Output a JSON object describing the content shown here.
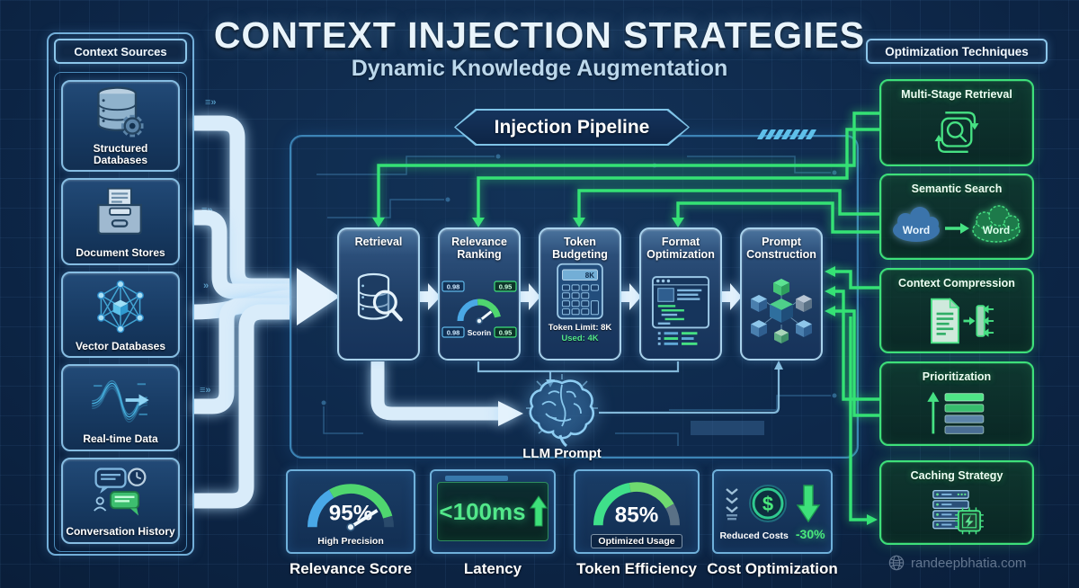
{
  "title": {
    "main": "CONTEXT INJECTION STRATEGIES",
    "subtitle": "Dynamic Knowledge Augmentation"
  },
  "context_sources": {
    "header": "Context Sources",
    "items": [
      {
        "label": "Structured Databases",
        "icon": "database-gear-icon"
      },
      {
        "label": "Document Stores",
        "icon": "document-inbox-icon"
      },
      {
        "label": "Vector Databases",
        "icon": "vector-network-icon"
      },
      {
        "label": "Real-time Data",
        "icon": "waveform-icon"
      },
      {
        "label": "Conversation History",
        "icon": "chat-history-icon"
      }
    ]
  },
  "pipeline": {
    "header": "Injection Pipeline",
    "stages": [
      {
        "label": "Retrieval",
        "icon": "database-search-icon"
      },
      {
        "label": "Relevance Ranking",
        "icon": "gauge-icon",
        "badge_top_left": "0.98",
        "badge_top_right": "0.95",
        "badge_bottom_left": "0.98",
        "badge_bottom_right": "0.95",
        "caption": "Scorin"
      },
      {
        "label": "Token Budgeting",
        "icon": "calculator-icon",
        "display": "8K",
        "limit": "Token Limit: 8K",
        "used": "Used: 4K"
      },
      {
        "label": "Format Optimization",
        "icon": "code-window-icon"
      },
      {
        "label": "Prompt Construction",
        "icon": "cubes-icon"
      }
    ],
    "output_label": "LLM Prompt"
  },
  "optimization": {
    "header": "Optimization Techniques",
    "items": [
      {
        "label": "Multi-Stage Retrieval",
        "icon": "loop-search-icon"
      },
      {
        "label": "Semantic Search",
        "icon": "word-clouds-icon",
        "word_left": "Word",
        "word_right": "Word"
      },
      {
        "label": "Context Compression",
        "icon": "document-compress-icon"
      },
      {
        "label": "Prioritization",
        "icon": "priority-bars-icon"
      },
      {
        "label": "Caching Strategy",
        "icon": "server-chip-icon"
      }
    ]
  },
  "metrics": [
    {
      "label": "Relevance Score",
      "value": "95%",
      "caption": "High Precision",
      "type": "gauge"
    },
    {
      "label": "Latency",
      "value": "<100ms",
      "type": "display"
    },
    {
      "label": "Token Efficiency",
      "value": "85%",
      "caption": "Optimized Usage",
      "type": "gauge"
    },
    {
      "label": "Cost Optimization",
      "caption": "Reduced Costs",
      "value": "-30%",
      "symbol": "$",
      "type": "cost"
    }
  ],
  "watermark": {
    "text": "randeepbhatia.com"
  },
  "colors": {
    "accent_blue": "#7fc4e8",
    "accent_green": "#3ee07a",
    "arrow_white": "#d6eaf8",
    "background": "#0a1e38"
  }
}
